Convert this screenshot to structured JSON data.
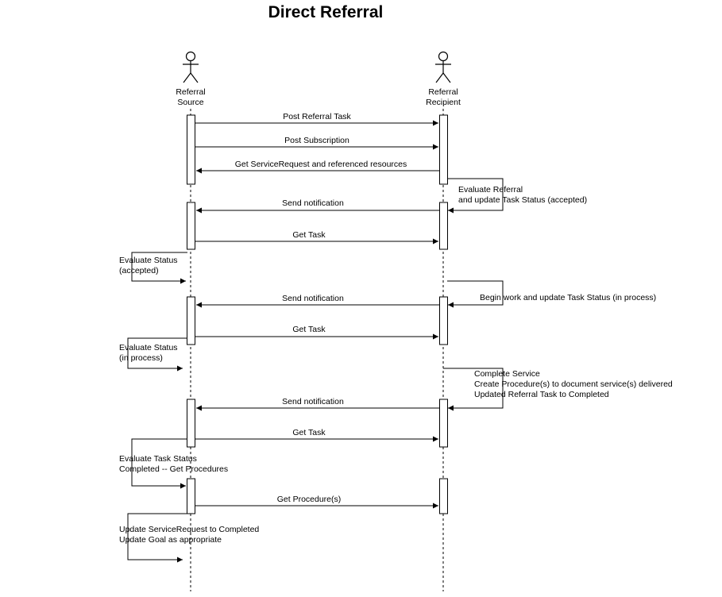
{
  "title": "Direct Referral",
  "participants": [
    {
      "id": "source",
      "label_lines": [
        "Referral",
        "Source"
      ]
    },
    {
      "id": "recipient",
      "label_lines": [
        "Referral",
        "Recipient"
      ]
    }
  ],
  "messages": [
    {
      "label": "Post Referral Task",
      "from": "source",
      "to": "recipient"
    },
    {
      "label": "Post Subscription",
      "from": "source",
      "to": "recipient"
    },
    {
      "label": "Get ServiceRequest and referenced resources",
      "from": "recipient",
      "to": "source"
    },
    {
      "label": "Send notification",
      "from": "recipient",
      "to": "source"
    },
    {
      "label": "Get Task",
      "from": "source",
      "to": "recipient"
    },
    {
      "label": "Send notification",
      "from": "recipient",
      "to": "source"
    },
    {
      "label": "Get Task",
      "from": "source",
      "to": "recipient"
    },
    {
      "label": "Send notification",
      "from": "recipient",
      "to": "source"
    },
    {
      "label": "Get Task",
      "from": "source",
      "to": "recipient"
    },
    {
      "label": "Get Procedure(s)",
      "from": "source",
      "to": "recipient"
    }
  ],
  "self_messages": [
    {
      "participant": "recipient",
      "lines": [
        "Evaluate Referral",
        "and update Task Status (accepted)"
      ]
    },
    {
      "participant": "source",
      "lines": [
        "Evaluate Status",
        "(accepted)"
      ]
    },
    {
      "participant": "recipient",
      "lines": [
        "Begin work and update Task Status (in process)"
      ]
    },
    {
      "participant": "source",
      "lines": [
        "Evaluate Status",
        "(in process)"
      ]
    },
    {
      "participant": "recipient",
      "lines": [
        "Complete Service",
        "Create Procedure(s) to document service(s) delivered",
        "Updated Referral Task to Completed"
      ]
    },
    {
      "participant": "source",
      "lines": [
        "Evaluate Task Status",
        "Completed -- Get Procedures"
      ]
    },
    {
      "participant": "source",
      "lines": [
        "Update ServiceRequest to Completed",
        "Update Goal as appropriate"
      ]
    }
  ]
}
